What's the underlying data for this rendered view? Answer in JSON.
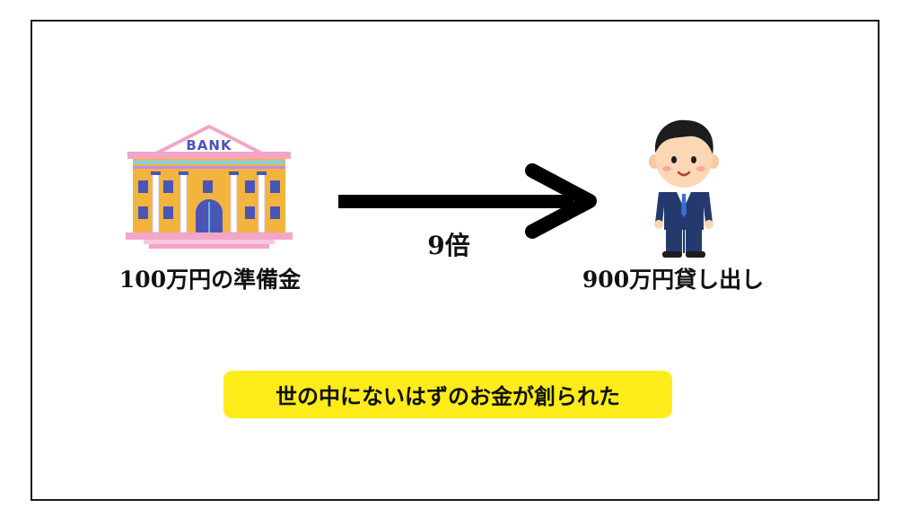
{
  "bank": {
    "icon": "bank-building-icon",
    "sign": "BANK",
    "label": "100万円の準備金"
  },
  "flow": {
    "icon": "right-arrow-icon",
    "multiplier": "9倍"
  },
  "borrower": {
    "icon": "businessman-icon",
    "label": "900万円貸し出し"
  },
  "callout": {
    "text": "世の中にないはずのお金が創られた",
    "color": "#ffec1a"
  },
  "colors": {
    "bank_wall": "#f3b43e",
    "bank_roof": "#f2a6c8",
    "bank_accent": "#4a55b8",
    "suit": "#243a6e",
    "arrow": "#000000"
  }
}
